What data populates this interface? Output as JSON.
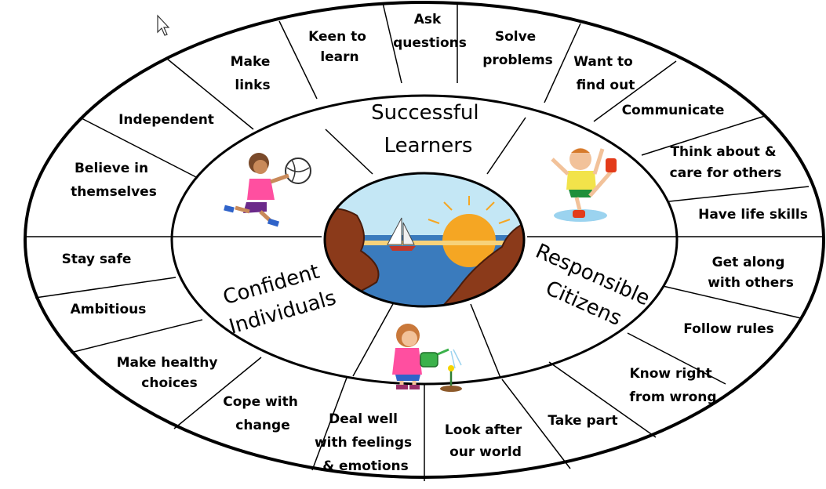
{
  "diagram": {
    "inner_labels": {
      "successful": [
        "Successful",
        "Learners"
      ],
      "responsible": [
        "Responsible",
        "Citizens"
      ],
      "confident": [
        "Confident",
        "Individuals"
      ]
    },
    "outer_segments": [
      [
        "Ask",
        "questions"
      ],
      [
        "Keen to",
        "learn"
      ],
      [
        "Make",
        "links"
      ],
      [
        "Independent"
      ],
      [
        "Believe in",
        "themselves"
      ],
      [
        "Stay safe"
      ],
      [
        "Ambitious"
      ],
      [
        "Make healthy",
        "choices"
      ],
      [
        "Cope with",
        "change"
      ],
      [
        "Deal well",
        "with feelings",
        "& emotions"
      ],
      [
        "Look after",
        "our world"
      ],
      [
        "Take part"
      ],
      [
        "Know right",
        "from wrong"
      ],
      [
        "Follow rules"
      ],
      [
        "Get along",
        "with others"
      ],
      [
        "Have life skills"
      ],
      [
        "Think about &",
        "care for others"
      ],
      [
        "Communicate"
      ],
      [
        "Want to",
        "find out"
      ],
      [
        "Solve",
        "problems"
      ]
    ]
  },
  "icons": [
    "cursor-icon",
    "girl-volleyball-icon",
    "boy-splashing-icon",
    "girl-watering-icon",
    "sea-sunset-scene-icon"
  ],
  "colors": {
    "ring_line": "#000000",
    "sea": "#3a7bbd",
    "sky": "#bfe3f2",
    "sun": "#f5a623",
    "rock": "#8b3a1a"
  }
}
